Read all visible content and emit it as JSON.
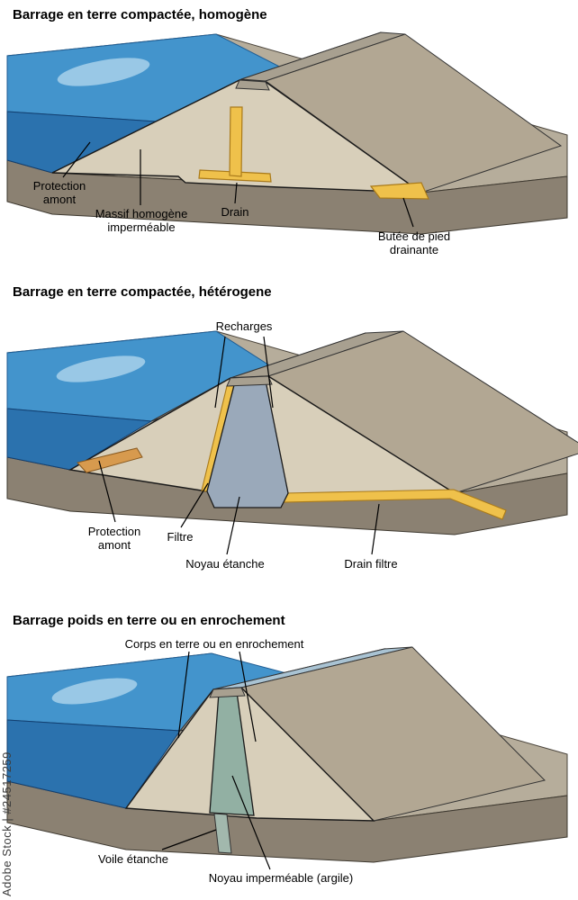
{
  "watermark": {
    "text": "Adobe Stock | #24517259"
  },
  "sections": [
    {
      "title": "Barrage en terre compactée, homogène",
      "labels": {
        "protection": "Protection amont",
        "massif": "Massif homogène imperméable",
        "drain": "Drain",
        "butee": "Butée de pied drainante"
      }
    },
    {
      "title": "Barrage en terre compactée, hétérogene",
      "labels": {
        "recharges": "Recharges",
        "protection": "Protection amont",
        "filtre": "Filtre",
        "noyau": "Noyau étanche",
        "drain_filtre": "Drain filtre"
      }
    },
    {
      "title": "Barrage poids en terre ou en enrochement",
      "labels": {
        "corps": "Corps en terre ou en enrochement",
        "voile": "Voile étanche",
        "noyau": "Noyau imperméable (argile)"
      }
    }
  ],
  "colors": {
    "water_top": "#4394cc",
    "water_front": "#2b72ae",
    "water_highlight": "#b5d9ef",
    "dam_body": "#d8cfba",
    "crest_gray": "#a8a090",
    "downstream_face": "#b2a793",
    "upstream_exposed": "#9d9588",
    "ground_top": "#b6ad9b",
    "ground_front": "#8b8172",
    "drain_yellow": "#efc14b",
    "drain_outline": "#a97a1a",
    "protection_wedge": "#d79a4e",
    "core_clay": "#9aa9ba",
    "core_rockfill": "#92b0a3",
    "voile": "#a2b8ad",
    "crest_band_blue": "#a9c3d3"
  }
}
